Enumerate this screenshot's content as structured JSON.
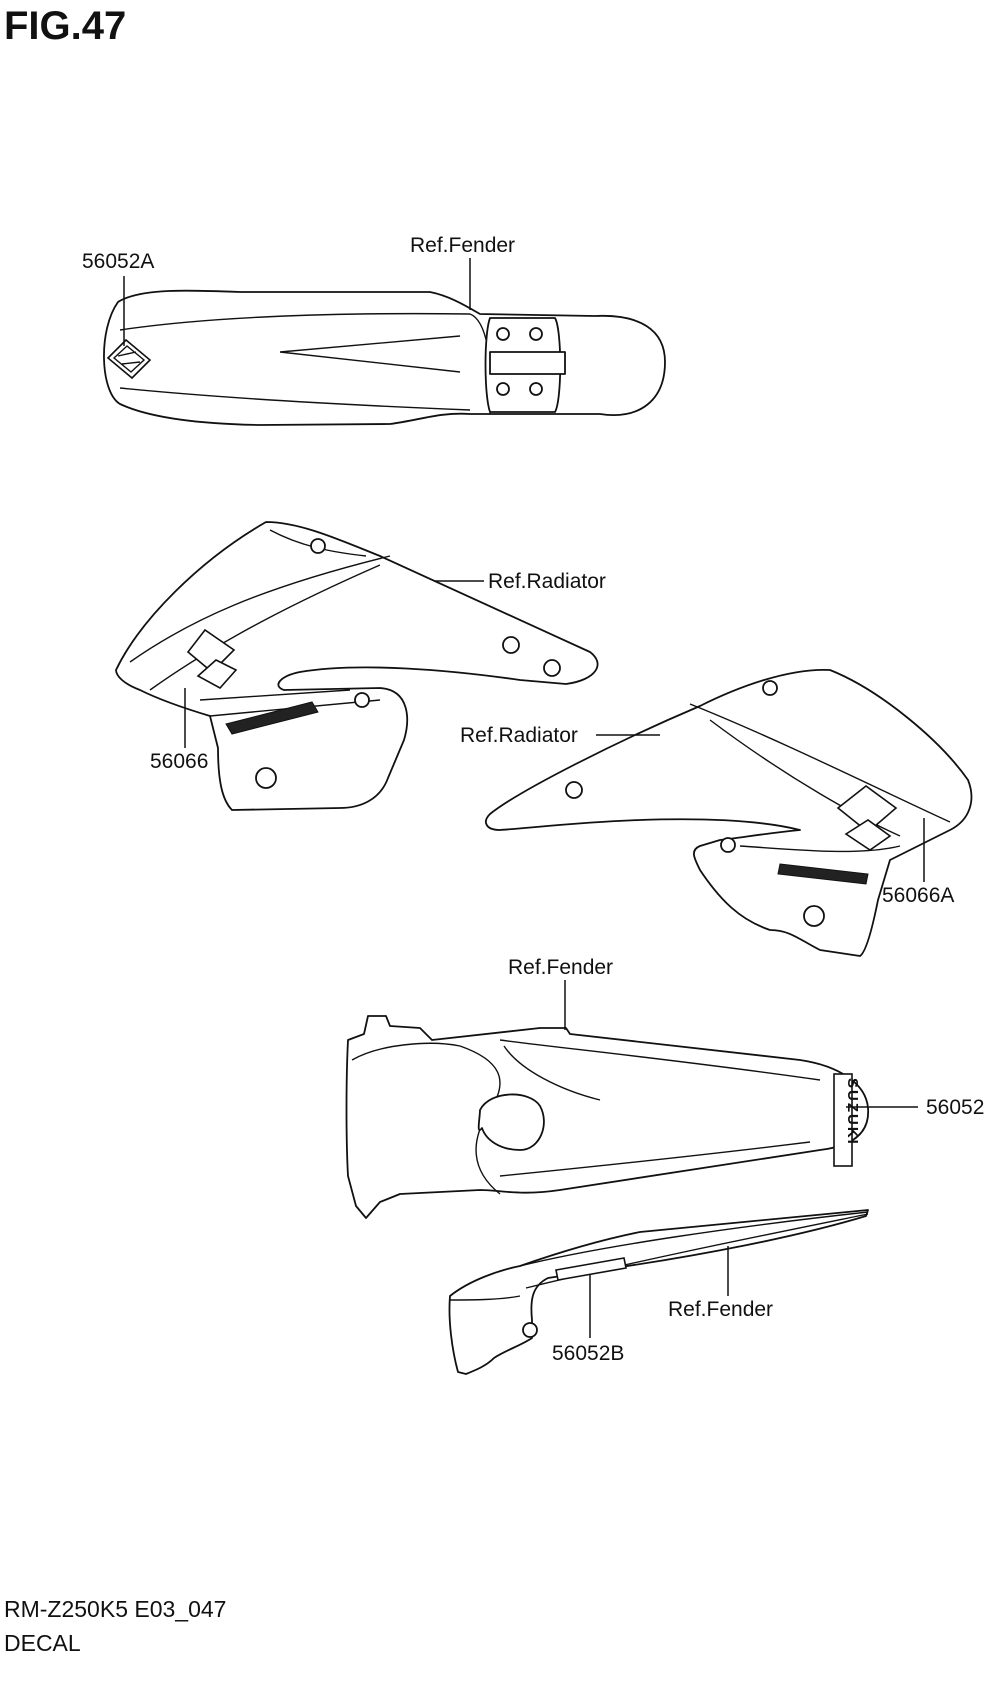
{
  "figure": {
    "title": "FIG.47",
    "model_code": "RM-Z250K5 E03_047",
    "section_name": "DECAL"
  },
  "callouts": {
    "front_fender_ref": "Ref.Fender",
    "front_fender_decal": "56052A",
    "left_radiator_ref": "Ref.Radiator",
    "left_shroud_decal": "56066",
    "right_radiator_ref": "Ref.Radiator",
    "right_shroud_decal": "56066A",
    "rear_fender_ref": "Ref.Fender",
    "rear_fender_decal": "56052",
    "side_fender_ref": "Ref.Fender",
    "side_fender_decal": "56052B"
  },
  "decal_texts": {
    "rear_fender_brand": "SUZUKI"
  }
}
